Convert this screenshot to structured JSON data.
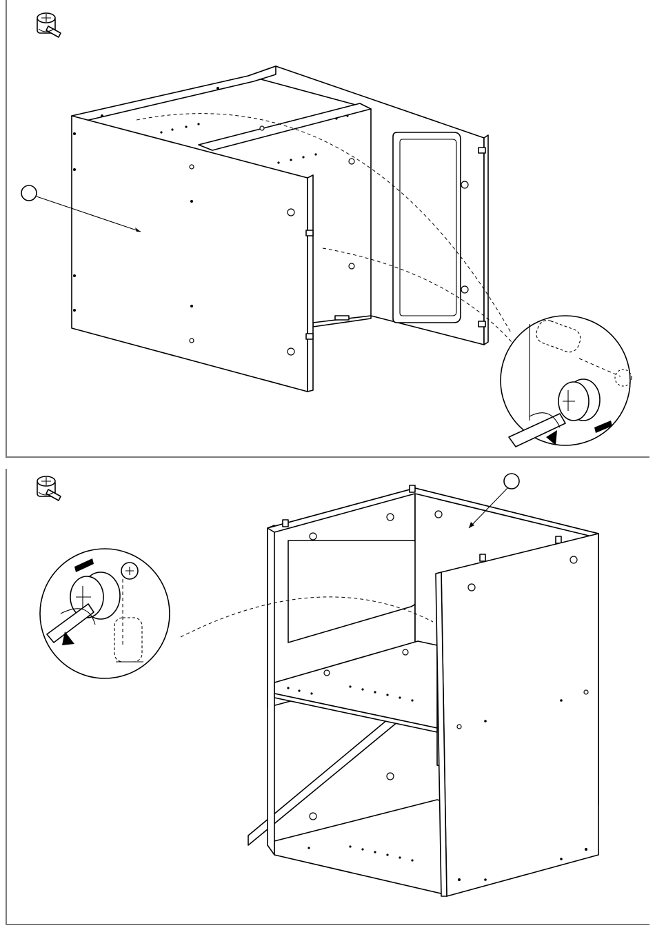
{
  "document": {
    "type": "assembly-instructions",
    "steps": [
      {
        "id": "step-1",
        "tool_icon": "cam-lock-screwdriver-icon",
        "callout_label": "",
        "detail": "cam-lock-tighten-detail"
      },
      {
        "id": "step-2",
        "tool_icon": "cam-lock-screwdriver-icon",
        "callout_label": "",
        "detail": "cam-lock-tighten-detail"
      }
    ]
  }
}
